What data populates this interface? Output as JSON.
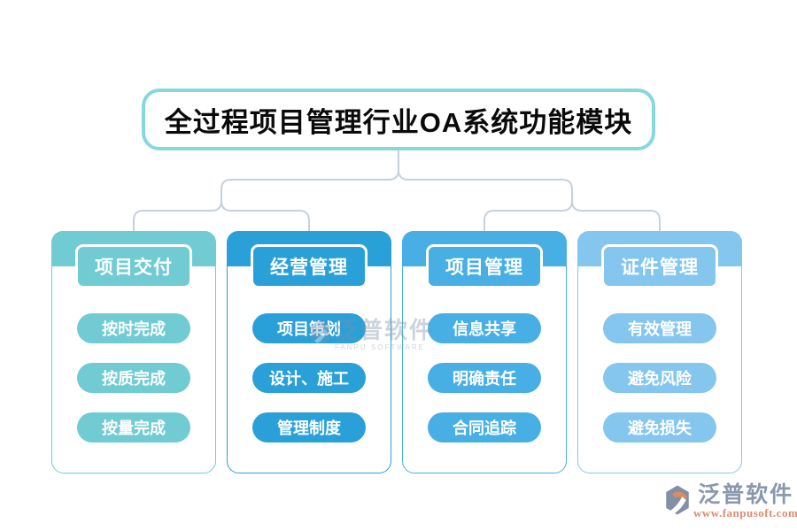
{
  "title": {
    "text": "全过程项目管理行业OA系统功能模块",
    "border_color": "#87D8DC"
  },
  "connector_color": "#C7D1DD",
  "columns": [
    {
      "name": "project-delivery",
      "header": "项目交付",
      "color": "#70CBD2",
      "items": [
        "按时完成",
        "按质完成",
        "按量完成"
      ]
    },
    {
      "name": "business-management",
      "header": "经营管理",
      "color": "#2AA0D9",
      "items": [
        "项目策划",
        "设计、施工",
        "管理制度"
      ]
    },
    {
      "name": "project-management",
      "header": "项目管理",
      "color": "#47AFE4",
      "items": [
        "信息共享",
        "明确责任",
        "合同追踪"
      ]
    },
    {
      "name": "certificate-management",
      "header": "证件管理",
      "color": "#85C6EE",
      "items": [
        "有效管理",
        "避免风险",
        "避免损失"
      ]
    }
  ],
  "watermark_center": {
    "brand": "泛普软件",
    "subtext": "FANPU SOFTWARE"
  },
  "watermark_corner": {
    "brand": "泛普软件",
    "url": "www.fanpusoft.com",
    "brand_color": "#8A97AC",
    "url_color": "#DB8C72",
    "logo_gray": "#8290A6",
    "logo_orange": "#DF8A60"
  }
}
